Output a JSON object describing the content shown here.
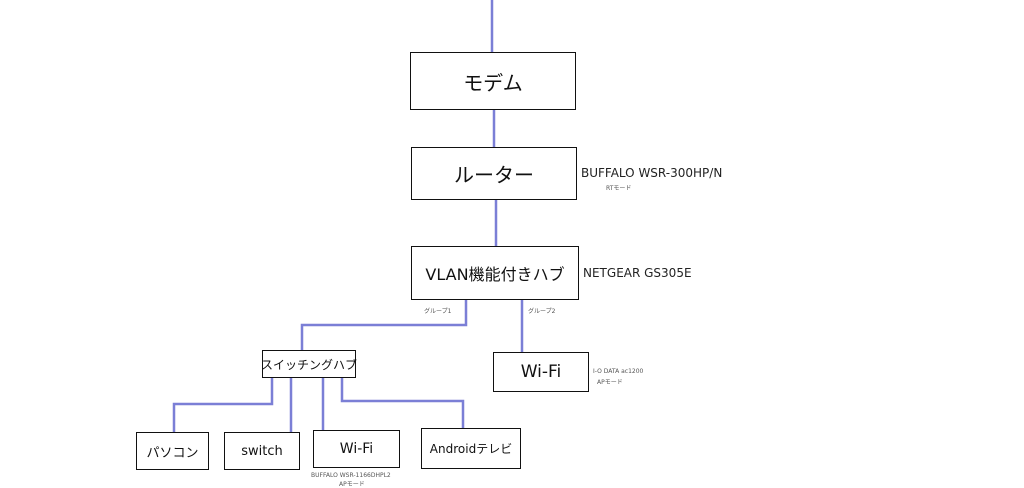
{
  "diagram": {
    "wire_color": "#7b7fd6",
    "nodes": {
      "modem": "モデム",
      "router": "ルーター",
      "vlan_hub": "VLAN機能付きハブ",
      "switching_hub": "スイッチングハブ",
      "wifi_ap": "Wi-Fi",
      "pc": "パソコン",
      "switch": "switch",
      "wifi_sub": "Wi-Fi",
      "android_tv": "Androidテレビ"
    },
    "labels": {
      "router_model": "BUFFALO WSR-300HP/N",
      "router_mode": "RTモード",
      "hub_model": "NETGEAR GS305E",
      "group1": "グループ1",
      "group2": "グループ2",
      "wifi_ap_model": "I-O DATA ac1200",
      "wifi_ap_mode": "APモード",
      "wifi_sub_model": "BUFFALO WSR-1166DHPL2",
      "wifi_sub_mode": "APモード"
    }
  }
}
